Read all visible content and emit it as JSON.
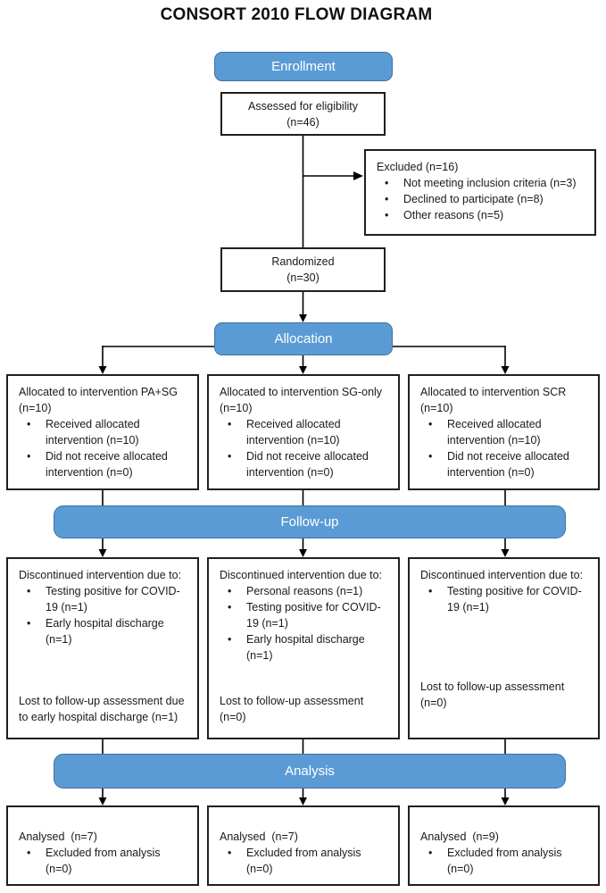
{
  "title": "CONSORT 2010 FLOW DIAGRAM",
  "colors": {
    "stage_fill": "#5B9BD5",
    "stage_border": "#41719C",
    "box_border": "#1f1f1f",
    "text": "#1a1a1a"
  },
  "stages": {
    "enrollment": "Enrollment",
    "allocation": "Allocation",
    "followup": "Follow-up",
    "analysis": "Analysis"
  },
  "boxes": {
    "assessed": {
      "line1": "Assessed for eligibility",
      "line2": "(n=46)"
    },
    "excluded": {
      "title": "Excluded (n=16)",
      "bullets": [
        "Not meeting inclusion criteria (n=3)",
        "Declined to participate (n=8)",
        "Other reasons (n=5)"
      ]
    },
    "randomized": {
      "line1": "Randomized",
      "line2": "(n=30)"
    },
    "allocation_columns": [
      {
        "title": "Allocated to intervention PA+SG (n=10)",
        "bullets": [
          "Received allocated intervention (n=10)",
          "Did not receive allocated intervention (n=0)"
        ]
      },
      {
        "title": "Allocated to intervention SG-only (n=10)",
        "bullets": [
          "Received allocated intervention (n=10)",
          "Did not receive allocated intervention (n=0)"
        ]
      },
      {
        "title": "Allocated to intervention SCR (n=10)",
        "bullets": [
          "Received allocated intervention (n=10)",
          "Did not receive allocated intervention (n=0)"
        ]
      }
    ],
    "followup_columns": [
      {
        "title": "Discontinued intervention due to:",
        "bullets": [
          "Testing positive for COVID-19 (n=1)",
          "Early hospital discharge (n=1)"
        ],
        "footer": "Lost to follow-up assessment due to early hospital discharge (n=1)"
      },
      {
        "title": "Discontinued intervention due to:",
        "bullets": [
          "Personal reasons (n=1)",
          "Testing positive for COVID-19 (n=1)",
          "Early hospital discharge (n=1)"
        ],
        "footer": "Lost to follow-up assessment (n=0)"
      },
      {
        "title": "Discontinued intervention due to:",
        "bullets": [
          "Testing positive for COVID-19 (n=1)"
        ],
        "footer": "Lost to follow-up assessment (n=0)"
      }
    ],
    "analysis_columns": [
      {
        "title": "Analysed  (n=7)",
        "bullets": [
          "Excluded from analysis (n=0)"
        ]
      },
      {
        "title": "Analysed  (n=7)",
        "bullets": [
          "Excluded from analysis (n=0)"
        ]
      },
      {
        "title": "Analysed  (n=9)",
        "bullets": [
          "Excluded from analysis (n=0)"
        ]
      }
    ]
  }
}
